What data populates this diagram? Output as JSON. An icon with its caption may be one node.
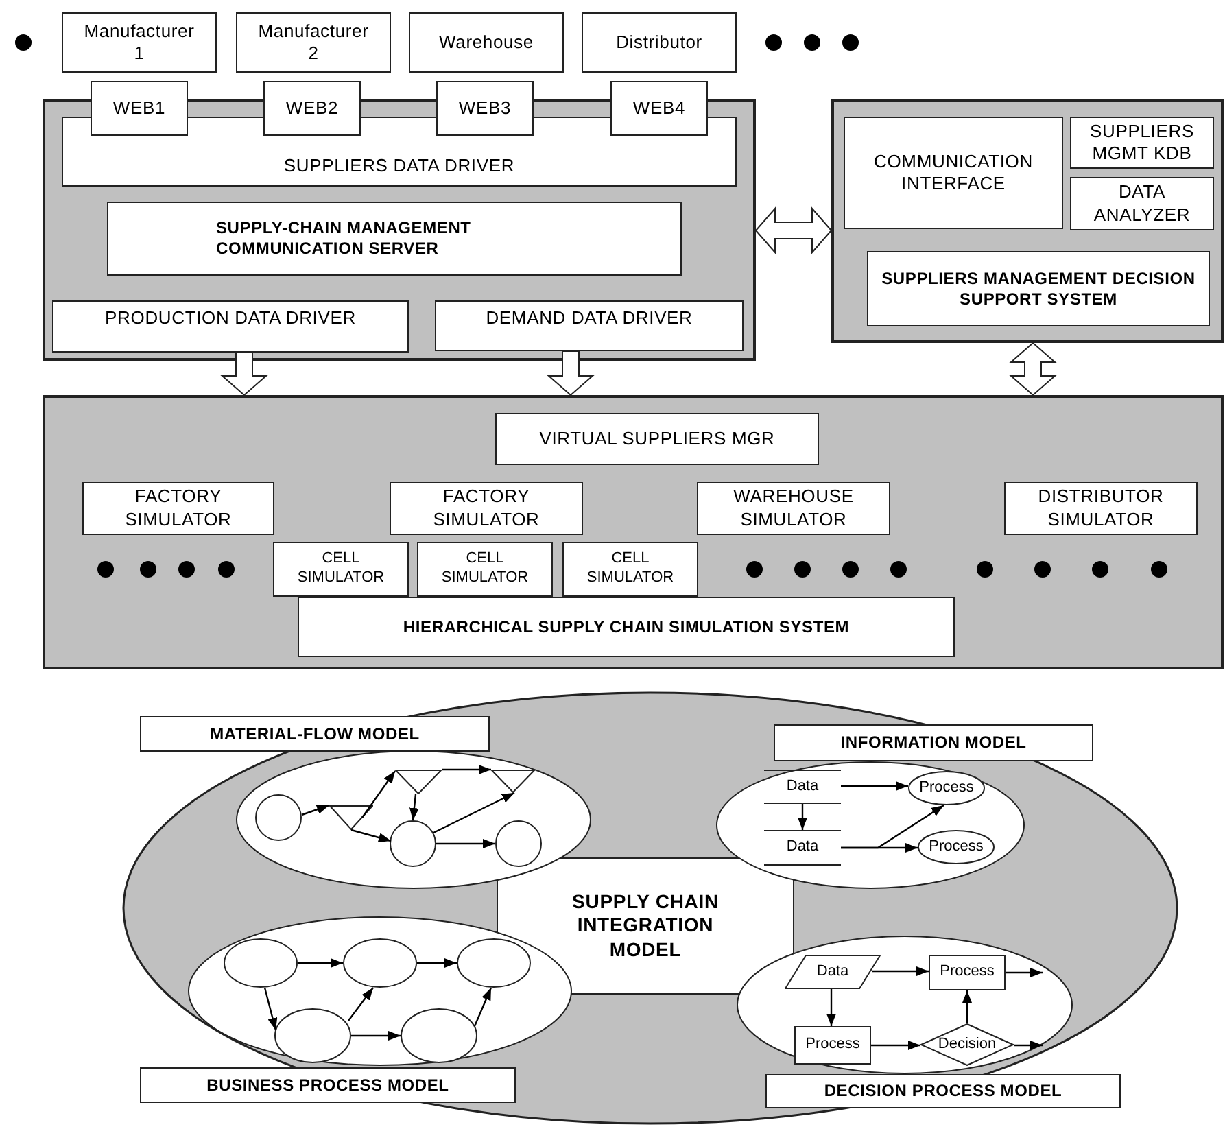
{
  "diagram": {
    "nodes": [
      {
        "text": [
          "Manufacturer 1"
        ]
      },
      {
        "text": [
          "Manufacturer 2"
        ]
      },
      {
        "text": [
          "Warehouse"
        ]
      },
      {
        "text": [
          "Distributor"
        ]
      },
      {
        "text": [],
        "shape": "box"
      },
      {
        "text": [
          "WEB1"
        ]
      },
      {
        "text": [
          "WEB2"
        ]
      },
      {
        "text": [
          "WEB3"
        ]
      },
      {
        "text": [
          "WEB4"
        ]
      },
      {
        "text": [
          "SUPPLIERS DATA DRIVER"
        ],
        "in": 4
      },
      {
        "text": [
          "SUPPLY-CHAIN MANAGEMENT COMMUNICATION SERVER"
        ],
        "in": 4
      },
      {
        "text": [
          "PRODUCTION DATA DRIVER"
        ],
        "in": 4
      },
      {
        "text": [
          "DEMAND DATA DRIVER"
        ],
        "in": 4
      },
      {
        "text": [],
        "shape": "box"
      },
      {
        "text": [
          "COMMUNICATION INTERFACE"
        ],
        "in": 13
      },
      {
        "text": [
          "SUPPLIERS MGMT KDB"
        ],
        "in": 13
      },
      {
        "text": [
          "DATA ANALYZER"
        ],
        "in": 13
      },
      {
        "text": [
          "SUPPLIERS MANAGEMENT DECISION SUPPORT SYSTEM"
        ],
        "in": 13
      },
      {
        "text": [],
        "shape": "box"
      },
      {
        "text": [
          "VIRTUAL SUPPLIERS MGR"
        ],
        "in": 18
      },
      {
        "text": [
          "FACTORY SIMULATOR"
        ],
        "in": 18
      },
      {
        "text": [
          "FACTORY SIMULATOR"
        ],
        "in": 18
      },
      {
        "text": [
          "WAREHOUSE SIMULATOR"
        ],
        "in": 18
      },
      {
        "text": [
          "DISTRIBUTOR SIMULATOR"
        ],
        "in": 18
      },
      {
        "text": [
          "CELL SIMULATOR"
        ],
        "in": 18
      },
      {
        "text": [
          "CELL SIMULATOR"
        ],
        "in": 18
      },
      {
        "text": [
          "CELL SIMULATOR"
        ],
        "in": 18
      },
      {
        "text": [
          "HIERARCHICAL SUPPLY CHAIN SIMULATION SYSTEM"
        ],
        "in": 18
      },
      {
        "text": [
          "MATERIAL-FLOW MODEL"
        ]
      },
      {
        "text": [],
        "shape": "ellipse"
      },
      {
        "text": [],
        "shape": "circle",
        "in": 29
      },
      {
        "text": [],
        "shape": "triangle",
        "in": 29
      },
      {
        "text": [],
        "shape": "triangle",
        "in": 29
      },
      {
        "text": [],
        "shape": "circle",
        "in": 29
      },
      {
        "text": [],
        "shape": "triangle",
        "in": 29
      },
      {
        "text": [],
        "shape": "circle",
        "in": 29
      },
      {
        "text": [
          "INFORMATION MODEL"
        ]
      },
      {
        "text": [],
        "shape": "ellipse"
      },
      {
        "text": [
          "Data"
        ],
        "in": 37
      },
      {
        "text": [
          "Process"
        ],
        "in": 37
      },
      {
        "text": [
          "Data"
        ],
        "in": 37
      },
      {
        "text": [
          "Process"
        ],
        "in": 37
      },
      {
        "text": [
          "SUPPLY CHAIN INTEGRATION MODEL"
        ]
      },
      {
        "text": [],
        "shape": "ellipse"
      },
      {
        "text": [],
        "shape": "ellipse",
        "in": 43
      },
      {
        "text": [],
        "shape": "ellipse",
        "in": 43
      },
      {
        "text": [],
        "shape": "ellipse",
        "in": 43
      },
      {
        "text": [],
        "shape": "ellipse",
        "in": 43
      },
      {
        "text": [],
        "shape": "ellipse",
        "in": 43
      },
      {
        "text": [],
        "shape": "ellipse"
      },
      {
        "text": [
          "Data"
        ],
        "in": 49
      },
      {
        "text": [
          "Process"
        ],
        "in": 49
      },
      {
        "text": [
          "Process"
        ],
        "in": 49
      },
      {
        "text": [
          "Decision"
        ],
        "in": 49
      },
      {
        "text": [
          "BUSINESS PROCESS MODEL"
        ]
      },
      {
        "text": [
          "DECISION PROCESS MODEL"
        ]
      }
    ],
    "edges": [
      {
        "from": 11,
        "to": 18,
        "arrow": "to",
        "style": "thick"
      },
      {
        "from": 12,
        "to": 18,
        "arrow": "to",
        "style": "thick"
      },
      {
        "from": 4,
        "to": 13,
        "arrow": "both",
        "style": "thick"
      },
      {
        "from": 13,
        "to": 18,
        "arrow": "both",
        "style": "thick"
      },
      {
        "from": 30,
        "to": 31,
        "arrow": "to"
      },
      {
        "from": 31,
        "to": 32,
        "arrow": "to"
      },
      {
        "from": 31,
        "to": 33,
        "arrow": "to"
      },
      {
        "from": 32,
        "to": 33,
        "arrow": "to"
      },
      {
        "from": 32,
        "to": 34,
        "arrow": "to"
      },
      {
        "from": 33,
        "to": 34,
        "arrow": "to"
      },
      {
        "from": 33,
        "to": 35,
        "arrow": "to"
      },
      {
        "from": 38,
        "to": 39,
        "arrow": "to"
      },
      {
        "from": 38,
        "to": 40,
        "arrow": "to"
      },
      {
        "from": 40,
        "to": 41,
        "arrow": "to"
      },
      {
        "from": 40,
        "to": 39,
        "arrow": "to"
      },
      {
        "from": 44,
        "to": 45,
        "arrow": "to"
      },
      {
        "from": 45,
        "to": 46,
        "arrow": "to"
      },
      {
        "from": 44,
        "to": 47,
        "arrow": "to"
      },
      {
        "from": 47,
        "to": 45,
        "arrow": "to"
      },
      {
        "from": 47,
        "to": 48,
        "arrow": "to"
      },
      {
        "from": 48,
        "to": 46,
        "arrow": "to"
      },
      {
        "from": 50,
        "to": 51,
        "arrow": "to"
      },
      {
        "from": 50,
        "to": 52,
        "arrow": "to"
      },
      {
        "from": 52,
        "to": 53,
        "arrow": "to"
      },
      {
        "from": 53,
        "to": 51,
        "arrow": "to"
      },
      {
        "from": 51,
        "to": null,
        "arrow": "to"
      },
      {
        "from": 53,
        "to": null,
        "arrow": "to"
      }
    ]
  }
}
